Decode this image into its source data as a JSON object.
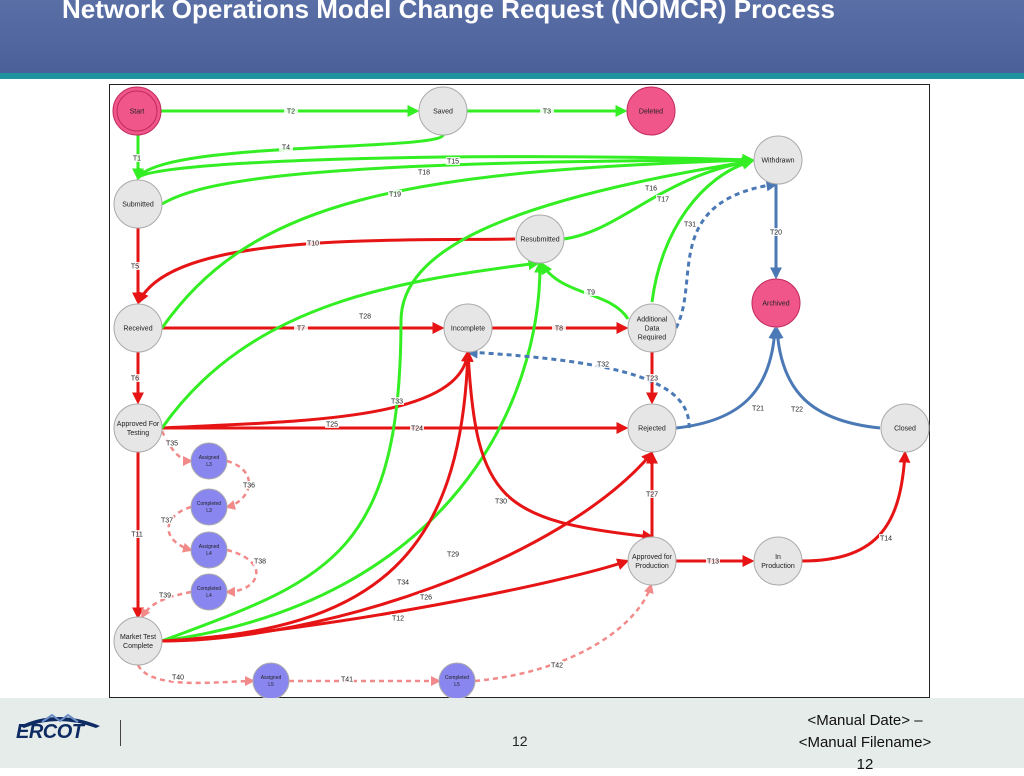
{
  "slide": {
    "title": "Network Operations Model Change Request (NOMCR) Process",
    "page_number": "12",
    "footer_lines": [
      "<Manual Date> –",
      "<Manual Filename>",
      "12"
    ],
    "logo_text": "ERCOT"
  },
  "colors": {
    "header": "#4e64a0",
    "stripe": "#1f93a0",
    "footer": "#e6ece9",
    "node_default": "#e6e6e6",
    "node_pink": "#f0568a",
    "node_purple": "#8a86f0",
    "edge_green": "#33ee22",
    "edge_red": "#e61414",
    "edge_blue": "#4a79b5",
    "edge_pink_dashed": "#f28a8a"
  },
  "diagram": {
    "nodes": [
      {
        "id": "start",
        "label": "Start",
        "style": "pink"
      },
      {
        "id": "saved",
        "label": "Saved",
        "style": "default"
      },
      {
        "id": "deleted",
        "label": "Deleted",
        "style": "pink"
      },
      {
        "id": "withdrawn",
        "label": "Withdrawn",
        "style": "default"
      },
      {
        "id": "submitted",
        "label": "Submitted",
        "style": "default"
      },
      {
        "id": "resubmitted",
        "label": "Resubmitted",
        "style": "default"
      },
      {
        "id": "archived",
        "label": "Archived",
        "style": "pink"
      },
      {
        "id": "received",
        "label": "Received",
        "style": "default"
      },
      {
        "id": "incomplete",
        "label": "Incomplete",
        "style": "default"
      },
      {
        "id": "additional",
        "label": "Additional Data Required",
        "style": "default"
      },
      {
        "id": "approved_testing",
        "label": "Approved For Testing",
        "style": "default"
      },
      {
        "id": "rejected",
        "label": "Rejected",
        "style": "default"
      },
      {
        "id": "closed",
        "label": "Closed",
        "style": "default"
      },
      {
        "id": "assigned_l3",
        "label": "Assigned L3",
        "style": "purple"
      },
      {
        "id": "completed_l3",
        "label": "Completed L3",
        "style": "purple"
      },
      {
        "id": "assigned_l4",
        "label": "Assigned L4",
        "style": "purple"
      },
      {
        "id": "completed_l4",
        "label": "Completed L4",
        "style": "purple"
      },
      {
        "id": "approved_production",
        "label": "Approved for Production",
        "style": "default"
      },
      {
        "id": "in_production",
        "label": "In Production",
        "style": "default"
      },
      {
        "id": "market_test_complete",
        "label": "Market Test Complete",
        "style": "default"
      },
      {
        "id": "assigned_l5",
        "label": "Assigned L5",
        "style": "purple"
      },
      {
        "id": "completed_l5",
        "label": "Completed L5",
        "style": "purple"
      }
    ],
    "edges": [
      {
        "id": "T1",
        "label": "T1",
        "color": "green"
      },
      {
        "id": "T2",
        "label": "T2",
        "color": "green"
      },
      {
        "id": "T3",
        "label": "T3",
        "color": "green"
      },
      {
        "id": "T4",
        "label": "T4",
        "color": "green"
      },
      {
        "id": "T5",
        "label": "T5",
        "color": "red"
      },
      {
        "id": "T6",
        "label": "T6",
        "color": "red"
      },
      {
        "id": "T7",
        "label": "T7",
        "color": "red"
      },
      {
        "id": "T8",
        "label": "T8",
        "color": "red"
      },
      {
        "id": "T9",
        "label": "T9",
        "color": "green"
      },
      {
        "id": "T10",
        "label": "T10",
        "color": "red"
      },
      {
        "id": "T11",
        "label": "T11",
        "color": "red"
      },
      {
        "id": "T12",
        "label": "T12",
        "color": "red"
      },
      {
        "id": "T13",
        "label": "T13",
        "color": "red"
      },
      {
        "id": "T14",
        "label": "T14",
        "color": "red"
      },
      {
        "id": "T15",
        "label": "T15",
        "color": "green"
      },
      {
        "id": "T16",
        "label": "T16",
        "color": "green"
      },
      {
        "id": "T17",
        "label": "T17",
        "color": "green"
      },
      {
        "id": "T18",
        "label": "T18",
        "color": "green"
      },
      {
        "id": "T19",
        "label": "T19",
        "color": "green"
      },
      {
        "id": "T20",
        "label": "T20",
        "color": "blue"
      },
      {
        "id": "T21",
        "label": "T21",
        "color": "blue"
      },
      {
        "id": "T22",
        "label": "T22",
        "color": "blue"
      },
      {
        "id": "T23",
        "label": "T23",
        "color": "red"
      },
      {
        "id": "T24",
        "label": "T24",
        "color": "red"
      },
      {
        "id": "T25",
        "label": "T25",
        "color": "red"
      },
      {
        "id": "T26",
        "label": "T26",
        "color": "red"
      },
      {
        "id": "T27",
        "label": "T27",
        "color": "red"
      },
      {
        "id": "T28",
        "label": "T28",
        "color": "green"
      },
      {
        "id": "T29",
        "label": "T29",
        "color": "green"
      },
      {
        "id": "T30",
        "label": "T30",
        "color": "red"
      },
      {
        "id": "T31",
        "label": "T31",
        "color": "blue"
      },
      {
        "id": "T32",
        "label": "T32",
        "color": "blue"
      },
      {
        "id": "T33",
        "label": "T33",
        "color": "green"
      },
      {
        "id": "T34",
        "label": "T34",
        "color": "red"
      },
      {
        "id": "T35",
        "label": "T35",
        "color": "pink"
      },
      {
        "id": "T36",
        "label": "T36",
        "color": "pink"
      },
      {
        "id": "T37",
        "label": "T37",
        "color": "pink"
      },
      {
        "id": "T38",
        "label": "T38",
        "color": "pink"
      },
      {
        "id": "T39",
        "label": "T39",
        "color": "pink"
      },
      {
        "id": "T40",
        "label": "T40",
        "color": "pink"
      },
      {
        "id": "T41",
        "label": "T41",
        "color": "pink"
      },
      {
        "id": "T42",
        "label": "T42",
        "color": "pink"
      }
    ]
  }
}
